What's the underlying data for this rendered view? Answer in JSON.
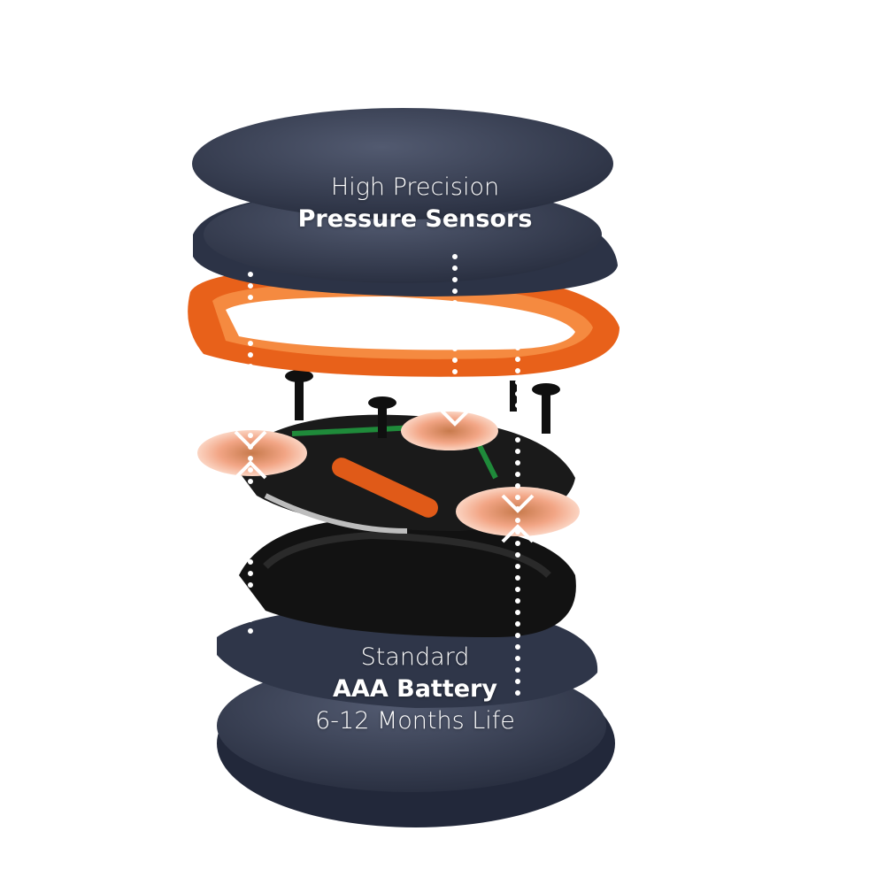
{
  "top_label": {
    "line1": "High Precision",
    "line2": "Pressure Sensors"
  },
  "bottom_label": {
    "line1": "Standard",
    "line2": "AAA Battery",
    "line3": "6-12 Months Life"
  },
  "colors": {
    "shell": "#3a4257",
    "shell_dark": "#262c3d",
    "band": "#f06a1e",
    "pcb": "#1f8a3a",
    "sensor": "#f4a27f",
    "chassis": "#141414"
  }
}
